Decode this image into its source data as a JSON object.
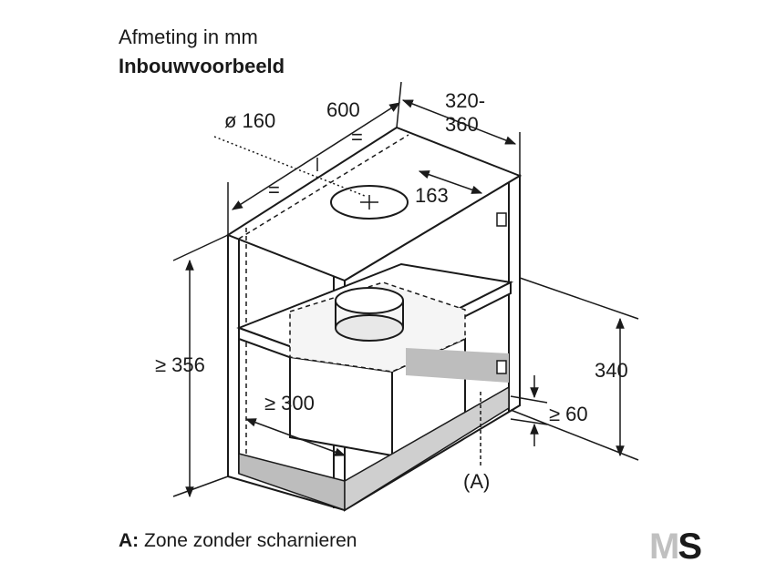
{
  "header": {
    "title": "Afmeting in mm",
    "subtitle": "Inbouwvoorbeeld"
  },
  "dimensions": {
    "diameter": "ø 160",
    "width": "600",
    "equal_left": "=",
    "equal_top": "=",
    "depth_top": "320-",
    "depth_bottom": "360",
    "offset": "163",
    "height": "≥ 356",
    "inner_depth": "≥ 300",
    "hood_height": "340",
    "plinth": "≥ 60"
  },
  "zone": {
    "marker": "(A)",
    "legend_key": "A:",
    "legend_text": "Zone zonder scharnieren"
  },
  "logo": {
    "m": "M",
    "s": "S"
  }
}
